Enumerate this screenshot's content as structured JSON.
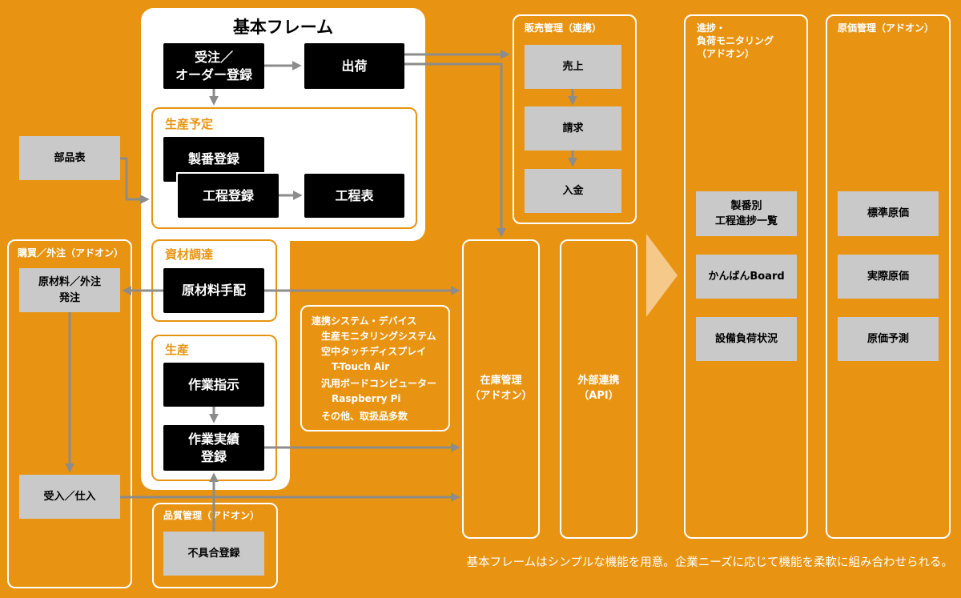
{
  "base_frame": {
    "title": "基本フレーム",
    "order_entry": "受注／\nオーダー登録",
    "shipping": "出荷",
    "production_schedule": {
      "label": "生産予定",
      "serial_registration": "製番登録",
      "process_registration": "工程登録",
      "process_table": "工程表"
    },
    "procurement": {
      "label": "資材調達",
      "material_arrangement": "原材料手配"
    },
    "production": {
      "label": "生産",
      "work_instruction": "作業指示",
      "work_result": "作業実績\n登録"
    }
  },
  "bom": "部品表",
  "purchasing": {
    "label": "購買／外注（アドオン）",
    "order": "原材料／外注\n発注",
    "receiving": "受入／仕入"
  },
  "quality": {
    "label": "品質管理（アドオン）",
    "defect": "不具合登録"
  },
  "sales": {
    "label": "販売管理（連携）",
    "items": [
      "売上",
      "請求",
      "入金"
    ]
  },
  "inventory": "在庫管理\n（アドオン）",
  "external": "外部連携\n（API）",
  "devices": {
    "title": "連携システム・デバイス",
    "lines": [
      "生産モニタリングシステム",
      "空中タッチディスプレイ",
      "T-Touch Air",
      "汎用ボードコンピューター",
      "Raspberry Pi",
      "その他、取扱品多数"
    ]
  },
  "progress": {
    "label": "進捗・\n負荷モニタリング\n（アドオン）",
    "items": [
      "製番別\n工程進捗一覧",
      "かんばんBoard",
      "設備負荷状況"
    ]
  },
  "costing": {
    "label": "原価管理（アドオン）",
    "items": [
      "標準原価",
      "実際原価",
      "原価予測"
    ]
  },
  "footer": "基本フレームはシンプルな機能を用意。企業ニーズに応じて機能を柔軟に組み合わせられる。",
  "colors": {
    "background": "#e89412",
    "block": "#000000",
    "gray": "#c9c9c9",
    "arrow": "#8c8c8c",
    "chevron": "#f5c98a"
  }
}
